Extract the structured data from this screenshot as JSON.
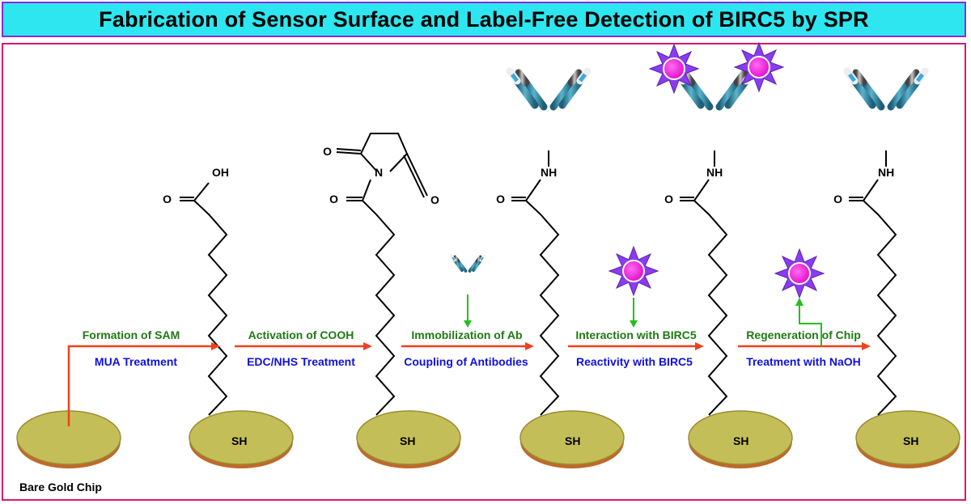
{
  "title": "Fabrication of Sensor Surface and Label-Free Detection of BIRC5 by SPR",
  "chip_label": "Bare Gold Chip",
  "atoms": {
    "sh": "SH",
    "oh": "OH",
    "o": "O",
    "n": "N",
    "nh": "NH"
  },
  "steps": [
    {
      "top": "Formation of SAM",
      "bottom": "MUA Treatment"
    },
    {
      "top": "Activation of COOH",
      "bottom": "EDC/NHS Treatment"
    },
    {
      "top": "Immobilization of Ab",
      "bottom": "Coupling of Antibodies"
    },
    {
      "top": "Interaction with BIRC5",
      "bottom": "Reactivity with BIRC5"
    },
    {
      "top": "Regeneration of Chip",
      "bottom": "Treatment with NaOH"
    }
  ],
  "colors": {
    "title_bg": "#2ee6f0",
    "title_border": "#8a2be2",
    "panel_border": "#e0156e",
    "chip_gold": "#c4be58",
    "chip_edge": "#c0682a",
    "step_top_text": "#1e7a12",
    "step_bottom_text": "#1010e0",
    "arrow_red": "#f0401a",
    "arrow_green": "#22c01e",
    "antibody_blue": "#3d8ea8",
    "antigen_core": "#ff00e6",
    "antigen_spikes": "#8a3cf0"
  }
}
